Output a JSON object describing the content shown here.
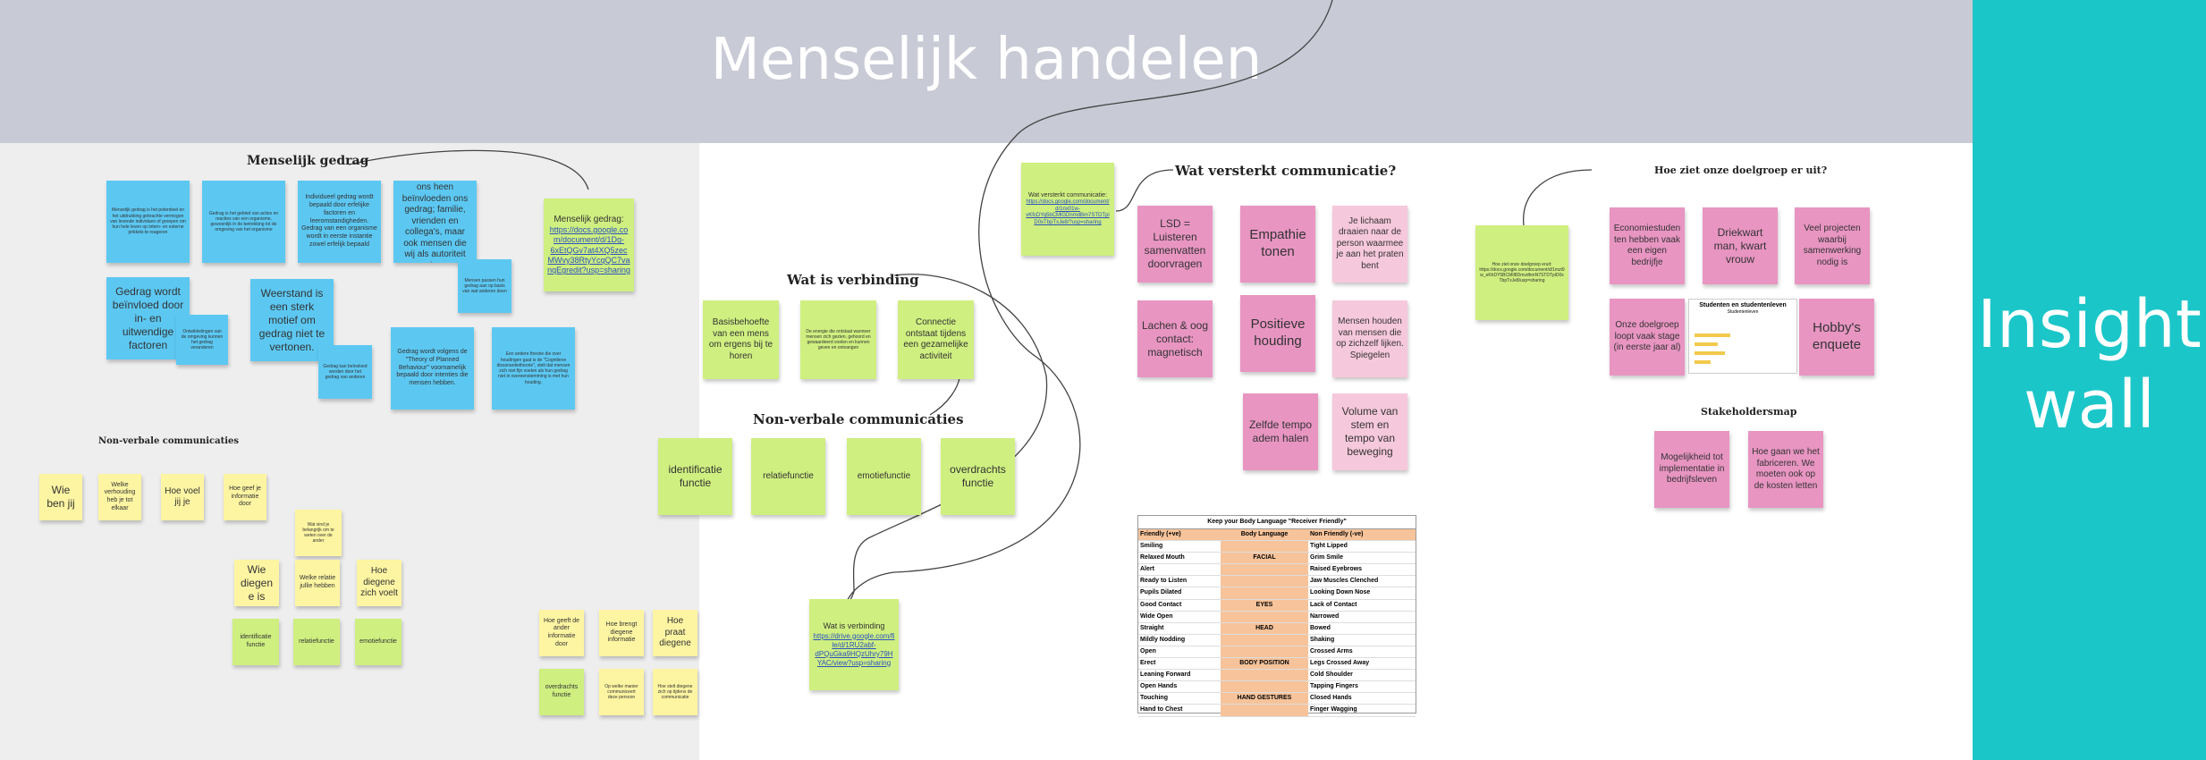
{
  "banner": {
    "title": "Menselijk handelen"
  },
  "side_panel": {
    "title": "Insight wall"
  },
  "headings": {
    "menselijk_gedrag": "Menselijk gedrag",
    "non_verbale_left": "Non-verbale communicaties",
    "wat_is_verbinding": "Wat is verbinding",
    "non_verbale_center": "Non-verbale communicaties",
    "wat_versterkt": "Wat versterkt communicatie?",
    "doelgroep": "Hoe ziet onze doelgroep er uit?",
    "stakeholders": "Stakeholdersmap"
  },
  "notes": {
    "blue1": "Menselijk gedrag is het potentieel en het uitdrukking gebrachte vermogen van levende individuen of groepen om hun hele leven op intern- en externe prikkels te reageren",
    "blue2": "Gedrag is het gebied van acties en reacties van een organisme, gewoonlijk in de betrekking tot de omgeving van het organisme",
    "blue3": "Individueel gedrag wordt bepaald door erfelijke factoren en leeromstandigheden. Gedrag van een organisme wordt in eerste instantie zowel erfelijk bepaald",
    "blue4": "De mensen om ons heen beïnvloeden ons gedrag; familie, vrienden en collega's, maar ook mensen die wij als autoriteit zien.",
    "blue5": "Gedrag wordt beïnvloed door in- en uitwendige factoren",
    "blue6": "Ontwikkelingen van de omgeving kunnen het gedrag veranderen",
    "blue7": "Weerstand is een sterk motief om gedrag niet te vertonen.",
    "blue8": "Gedrag kan beïnvloed worden door het gedrag van anderen",
    "blue9": "Gedrag wordt volgens de \"Theory of Planned Behaviour\" voornamelijk bepaald door intenties die mensen hebben.",
    "blue10": "Een andere theorie die over houdingen gaat is de \"Cognitieve dissonantietheorie\", stelt dat mensen zich niet fijn voelen als hun gedrag niet in overeenstemming is met hun houding.",
    "blue11": "Mensen passen hun gedrag aan op basis van wat anderen doen",
    "green_link1_label": "Menselijk gedrag:",
    "green_link1_url": "https://docs.google.com/document/d/1Dg-6xEtQGv7at4XQ5zecMWvy38RtyYcqQC7vanqEgredit?usp=sharing",
    "yellow_wie": "Wie ben jij",
    "yellow_verhouding": "Welke verhouding heb je tot elkaar",
    "yellow_voel": "Hoe voel jij je",
    "yellow_geef": "Hoe geef je informatie door",
    "yellow_belangrijk": "Wat vind je belangrijk om te weten over de ander",
    "yellow_diegene": "Wie diegene is",
    "yellow_relatie": "Welke relatie jullie hebben",
    "yellow_zich_voelt": "Hoe diegene zich voelt",
    "green_identificatie_s": "identificatie functie",
    "green_relatie_s": "relatiefunctie",
    "green_emotie_s": "emotiefunctie",
    "yellow_geeft_info": "Hoe geeft de ander informatie door",
    "yellow_brengt": "Hoe brengt diegene informatie",
    "yellow_praat": "Hoe praat diegene",
    "green_overdrachts_s": "overdrachts functie",
    "yellow_manier": "Op welke manier communiceert deze persoon",
    "yellow_stelt": "Hoe stelt diegene zich op tijdens de communicatie",
    "green_basis": "Basisbehoefte van een mens om ergens bij te horen",
    "green_energie": "De energie die ontstaat wanneer mensen zich gezien, gehoord en gewaardeerd voelen en kunnen geven en ontvangen",
    "green_connectie": "Connectie ontstaat tijdens een gezamelijke activiteit",
    "green_identificatie": "identificatie functie",
    "green_relatie": "relatiefunctie",
    "green_emotie": "emotiefunctie",
    "green_overdrachts": "overdrachts functie",
    "green_verbinding_label": "Wat is verbinding",
    "green_verbinding_url": "https://drive.google.com/file/d/1RU2abf-dPQuGka9HQzUhry79HYAC/view?usp=sharing",
    "green_versterkt_label": "Wat versterkt communicatie:",
    "green_versterkt_url": "https://docs.google.com/document/d/1nx01w-vKfcDYq5bCMlGDnmdBm7STDTpiD0xTbpTxJe8/?usp=sharing",
    "pink_lsd": "LSD = Luisteren samenvatten doorvragen",
    "pink_empathie": "Empathie tonen",
    "lpink_lichaam": "Je lichaam draaien naar de person waarmee je aan het praten bent",
    "pink_lachen": "Lachen & oog contact: magnetisch",
    "pink_positieve": "Positieve houding",
    "lpink_mensen": "Mensen houden van mensen die op zichzelf lijken. Spiegelen",
    "pink_zelfde": "Zelfde tempo adem halen",
    "lpink_volume": "Volume van stem en tempo van beweging",
    "green_doelgroep": "Hoe ziet onze doelgroep eruit: https://docs.google.com/document/d/1mzt9w_eKhDY5BCMIl8DmvdhmN7STDTpiD0xTbpTxJe8/usp=sharing",
    "pink_economie": "Economiestudenten hebben vaak een eigen bedrijfje",
    "pink_driekwart": "Driekwart man, kwart vrouw",
    "pink_projecten": "Veel projecten waarbij samenwerking nodig is",
    "pink_stage": "Onze doelgroep loopt vaak stage (in eerste jaar al)",
    "pink_hobby": "Hobby's enquete",
    "pink_implementatie": "Mogelijkheid tot implementatie in bedrijfsleven",
    "pink_fabriceren": "Hoe gaan we het fabriceren. We moeten ook op de kosten letten"
  },
  "mini_chart": {
    "title": "Studenten en studentenleven",
    "subtitle": "Studentenleven"
  },
  "body_language_table": {
    "title": "Keep your Body Language \"Receiver Friendly\"",
    "headers": [
      "Friendly (+ve)",
      "Body Language",
      "Non Friendly (-ve)"
    ],
    "rows": [
      [
        "Smiling",
        "",
        "Tight Lipped"
      ],
      [
        "Relaxed Mouth",
        "FACIAL",
        "Grim Smile"
      ],
      [
        "Alert",
        "",
        "Raised Eyebrows"
      ],
      [
        "Ready to Listen",
        "",
        "Jaw Muscles Clenched"
      ],
      [
        "Pupils Dilated",
        "",
        "Looking Down Nose"
      ],
      [
        "Good Contact",
        "EYES",
        "Lack of Contact"
      ],
      [
        "Wide Open",
        "",
        "Narrowed"
      ],
      [
        "Straight",
        "HEAD",
        "Bowed"
      ],
      [
        "Mildly Nodding",
        "",
        "Shaking"
      ],
      [
        "Open",
        "",
        "Crossed Arms"
      ],
      [
        "Erect",
        "BODY POSITION",
        "Legs Crossed Away"
      ],
      [
        "Leaning Forward",
        "",
        "Cold Shoulder"
      ],
      [
        "Open Hands",
        "",
        "Tapping Fingers"
      ],
      [
        "Touching",
        "HAND GESTURES",
        "Closed Hands"
      ],
      [
        "Hand to Chest",
        "",
        "Finger Wagging"
      ]
    ]
  },
  "colors": {
    "banner": "#c8cad6",
    "teal": "#1bc6c9",
    "blue_note": "#5cc8f2",
    "green_note": "#cfef80",
    "yellow_note": "#fdf5a2",
    "pink_note": "#e895c2",
    "light_pink_note": "#f6c8db"
  }
}
